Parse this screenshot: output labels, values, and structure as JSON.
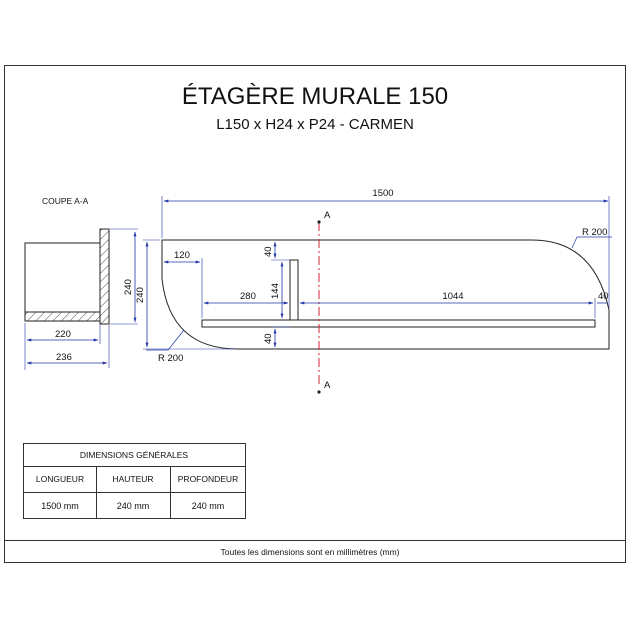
{
  "title": {
    "main": "ÉTAGÈRE MURALE 150",
    "sub": "L150 x H24 x P24 - CARMEN"
  },
  "section": {
    "label": "COUPE A-A",
    "dims": {
      "height": "240",
      "depth_inner": "220",
      "depth_total": "236"
    }
  },
  "front_view": {
    "dims": {
      "length": "1500",
      "radius_top": "R 200",
      "radius_bottom": "R 200",
      "height": "240",
      "offset_left": "120",
      "gap_top": "40",
      "slot_height": "144",
      "gap_bottom": "40",
      "slot_offset": "280",
      "slot_length": "1044",
      "end_gap": "40"
    },
    "section_marker": {
      "top": "A",
      "bottom": "A"
    }
  },
  "dimensions_table": {
    "title": "DIMENSIONS GÉNÉRALES",
    "headers": [
      "LONGUEUR",
      "HAUTEUR",
      "PROFONDEUR"
    ],
    "values": [
      "1500 mm",
      "240 mm",
      "240 mm"
    ]
  },
  "footer_note": "Toutes les dimensions sont en millimètres (mm)",
  "colors": {
    "dimension_lines": "#1f35a8",
    "section_line": "#d6263a",
    "outline": "#222222"
  }
}
